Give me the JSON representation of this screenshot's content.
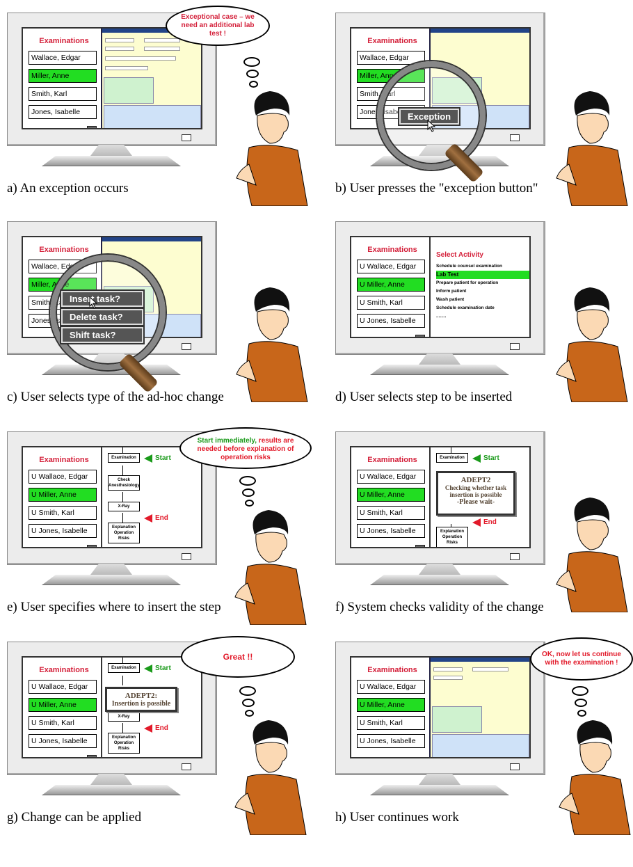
{
  "list_title": "Examinations",
  "patients_plain": [
    "Wallace, Edgar",
    "Miller, Anne",
    "Smith, Karl",
    "Jones, Isabelle"
  ],
  "patients_u": [
    "U Wallace, Edgar",
    "U Miller, Anne",
    "U Smith, Karl",
    "U Jones, Isabelle"
  ],
  "selected_index": 1,
  "panels": {
    "a": {
      "caption": "a) An exception occurs",
      "cloud": "Exceptional case – we need an additional lab test !"
    },
    "b": {
      "caption": "b) User presses the \"exception button\"",
      "button": "Exception"
    },
    "c": {
      "caption": "c) User selects type of the ad-hoc change",
      "options": [
        "Insert task?",
        "Delete task?",
        "Shift task?"
      ]
    },
    "d": {
      "caption": "d) User selects step to be inserted",
      "title": "Select Activity",
      "activities": [
        "Schedule counsel examination",
        "Lab Test",
        "Prepare patient for operation",
        "Inform patient",
        "Wash patient",
        "Schedule examination date",
        "........"
      ],
      "highlight_index": 1
    },
    "e": {
      "caption": "e) User specifies where to insert the step",
      "cloud_green": "Start immediately,",
      "cloud_red": "results are needed before explanation of operation risks",
      "steps": [
        "Examination",
        "Check Anesthesiology",
        "X-Ray",
        "Explanation Operation Risks"
      ]
    },
    "f": {
      "caption": "f) System checks validity of the change",
      "dialog_l1": "ADEPT2",
      "dialog_l2": "Checking whether task insertion is possible",
      "dialog_l3": "-Please wait-",
      "steps": [
        "Examination",
        "Explanation Operation Risks"
      ]
    },
    "g": {
      "caption": "g) Change can be applied",
      "cloud": "Great !!",
      "dialog_l1": "ADEPT2:",
      "dialog_l2": "Insertion is possible",
      "steps": [
        "Examination",
        "X-Ray",
        "Explanation Operation Risks"
      ]
    },
    "h": {
      "caption": "h) User continues work",
      "cloud": "OK, now let us continue with the examination !"
    }
  },
  "start_label": "Start",
  "end_label": "End",
  "colors": {
    "title_red": "#d4203a",
    "select_green": "#22dd22",
    "start_green": "#1a9a1a",
    "end_red": "#e21a2a"
  }
}
